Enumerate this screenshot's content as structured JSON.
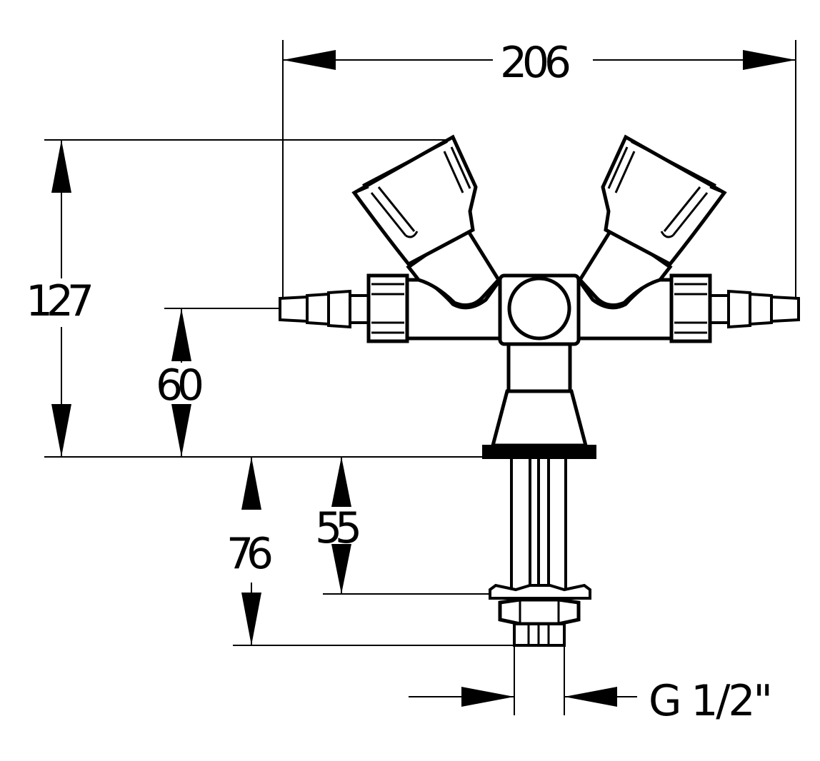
{
  "dimensions": {
    "overall_width": "206",
    "overall_height": "127",
    "outlet_height": "60",
    "shank_length_total": "76",
    "shank_length_to_nut": "55",
    "thread_size": "G 1/2\""
  },
  "colors": {
    "line": "#000000",
    "background": "#ffffff"
  }
}
